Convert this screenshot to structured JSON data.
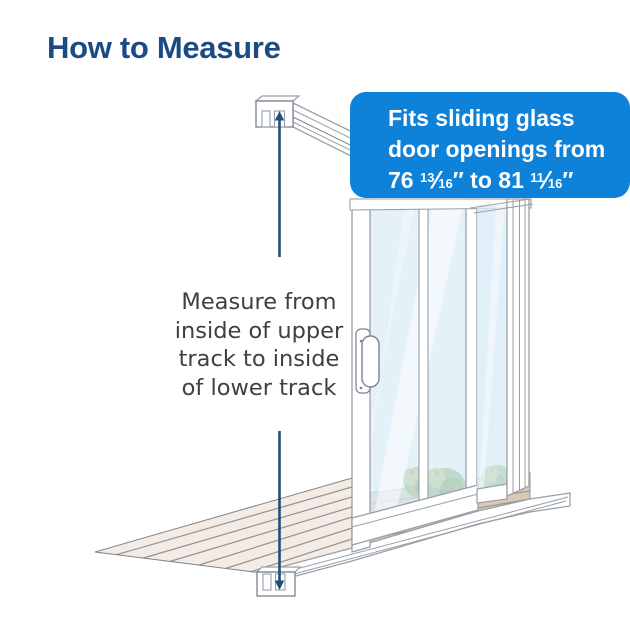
{
  "header": {
    "title": "How to Measure"
  },
  "callout": {
    "line1": "Fits sliding glass",
    "line2": "door openings from",
    "line3": {
      "p1": "76 ",
      "f1_num": "13",
      "f1_slash": "⁄",
      "f1_den": "16",
      "p2": "″ to 81 ",
      "f2_num": "11",
      "f2_slash": "⁄",
      "f2_den": "16",
      "p3": "″"
    }
  },
  "measurement": {
    "label_lines": [
      "Measure from",
      "inside of upper",
      "track to inside",
      "of lower track"
    ]
  },
  "illustration": {
    "subject": "sliding-glass-door-with-measurement-arrows",
    "parts": [
      "upper-track",
      "lower-track",
      "sliding-door-panel",
      "fixed-door-panel",
      "door-handle",
      "interior-floor",
      "outdoor-deck",
      "bushes",
      "measurement-arrow-up",
      "measurement-arrow-down"
    ]
  },
  "palette": {
    "title_color": "#1a4b82",
    "callout_bg": "#0e81d9",
    "callout_text": "#ffffff",
    "measure_text": "#3e4042",
    "measure_line": "#1f4e7b",
    "line_art": "#98a0a8",
    "line_art_dark": "#7b838c",
    "glass": "#d9ebf7",
    "frame_white": "#ffffff",
    "floor_fill": "#f4ece4",
    "floor_line": "#7d838a",
    "deck_fill": "#d8c8b7",
    "deck_line": "#a3968a",
    "bush_green": "#7cab57",
    "bush_dark": "#5a8f3e",
    "bush_light": "#a9c56d",
    "bush_orange": "#dd7b33",
    "bush_red": "#c0503a"
  }
}
